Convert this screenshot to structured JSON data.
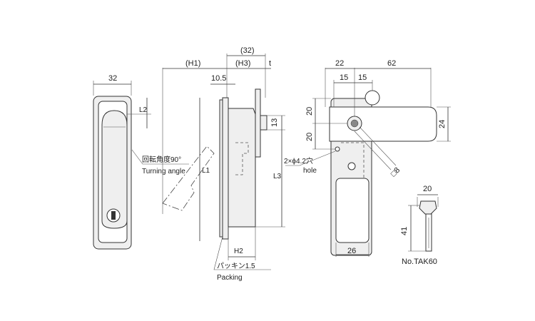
{
  "labels": {
    "width_32": "32",
    "l2": "L2",
    "rot_jp": "回転角度90°",
    "rot_en": "Turning angle",
    "l1": "L1",
    "h1": "(H1)",
    "h3": "(H3)",
    "d32p": "(32)",
    "t": "t",
    "d105": "10.5",
    "d13": "13",
    "l3": "L3",
    "h2": "H2",
    "pack_jp": "パッキン1.5",
    "pack_en": "Packing",
    "d22": "22",
    "d62": "62",
    "d15a": "15",
    "d15b": "15",
    "d20a": "20",
    "d20b": "20",
    "d24": "24",
    "hole_jp": "2×ϕ4.2穴",
    "hole_en": "hole",
    "sq8": "□8",
    "d26": "26",
    "key_20": "20",
    "key_41": "41",
    "key_no": "No.TAK60"
  }
}
